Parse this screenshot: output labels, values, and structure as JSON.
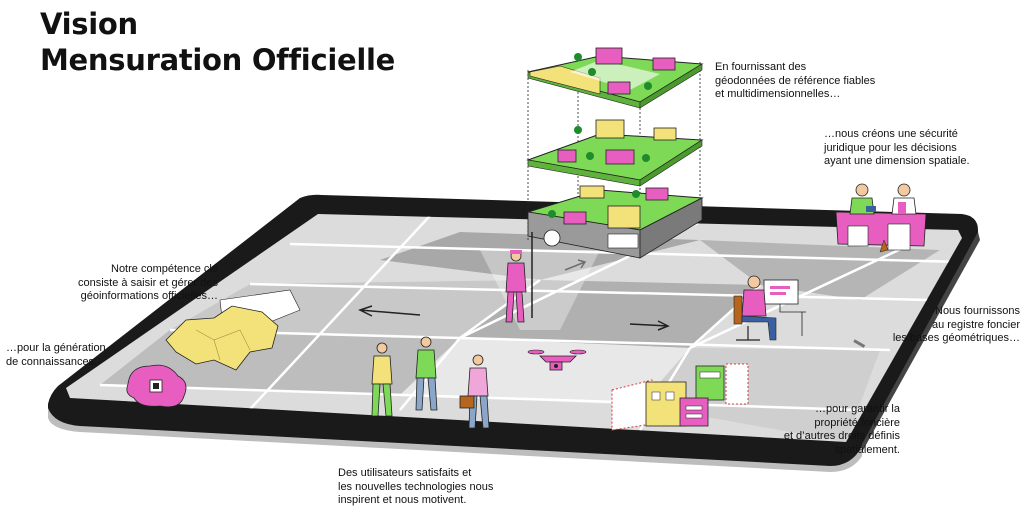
{
  "title": {
    "line1": "Vision",
    "line2": "Mensuration Officielle"
  },
  "captions": {
    "geodata": [
      "En fournissant des",
      "géodonnées de référence fiables",
      "et multidimensionnelles…"
    ],
    "legal_security": [
      "…nous créons une sécurité",
      "juridique pour les décisions",
      "ayant une dimension spatiale."
    ],
    "competence": [
      "Notre compétence clé",
      "consiste à saisir et gérer des",
      "géoinformations officielles…"
    ],
    "knowledge": [
      "…pour la génération",
      "de connaissances."
    ],
    "land_register": [
      "Nous fournissons",
      "au registre foncier",
      "les bases géométriques…"
    ],
    "property": [
      "…pour garantir la",
      "propriété foncière",
      "et d’autres droits définis",
      "spatialement."
    ],
    "users": [
      "Des utilisateurs satisfaits et",
      "les nouvelles technologies nous",
      "inspirent et nous motivent."
    ]
  },
  "colors": {
    "tablet_frame": "#1a1a1a",
    "screen": "#dcdcdc",
    "grass": "#7ed957",
    "pink": "#e85ec0",
    "yellow": "#f3e27a",
    "slab": "#9a9a9a"
  }
}
